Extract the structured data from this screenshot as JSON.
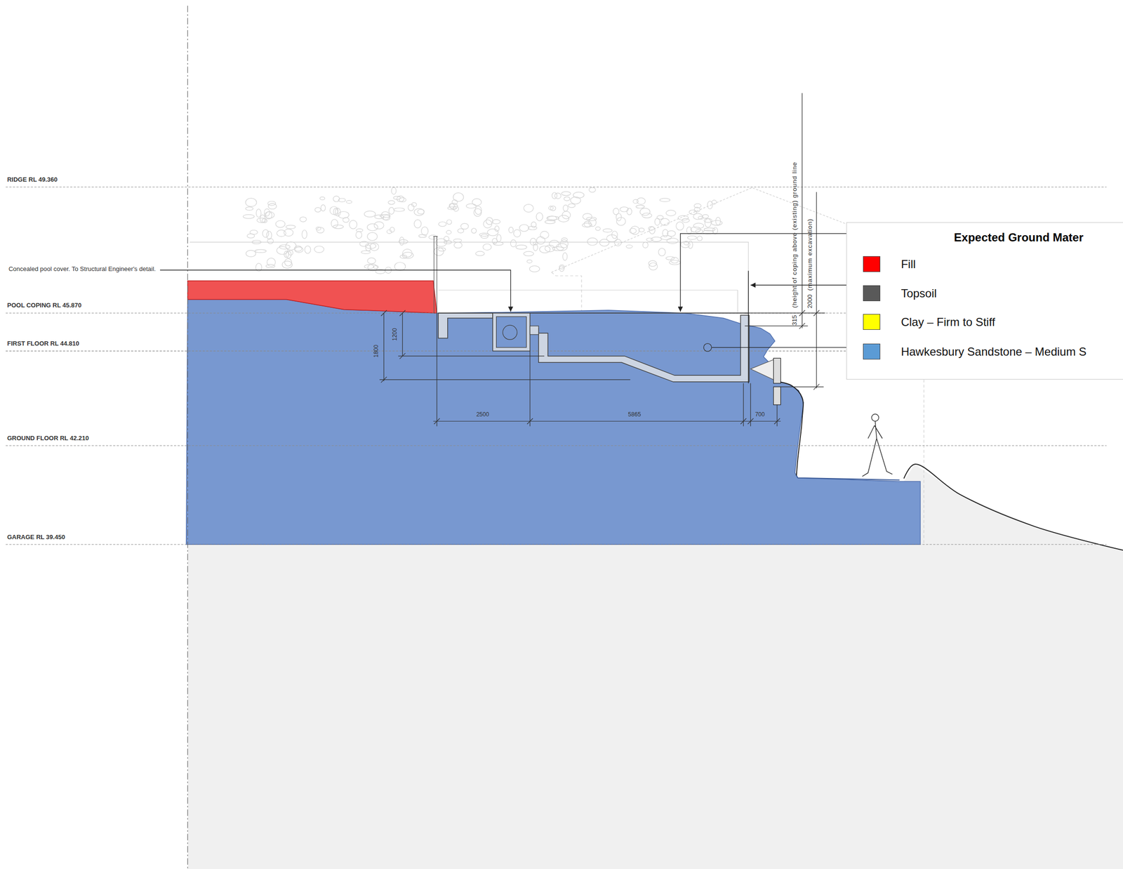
{
  "diagram": {
    "labels": [
      "RIDGE RL 49.360",
      "Concealed pool cover. To Structural Engineer's detail.",
      "POOL COPING RL 45.870",
      "FIRST FLOOR RL 44.810",
      "GROUND FLOOR RL 42.210",
      "GARAGE RL 39.450",
      "1800",
      "1200",
      "2500",
      "5865",
      "700",
      "315",
      "(height of coping above (existing) ground line",
      "2000",
      "(maximum excavation)",
      "Expected Ground Mater"
    ],
    "legend": [
      {
        "text": "Fill",
        "color": "#ff0000"
      },
      {
        "text": "Topsoil",
        "color": "#595959"
      },
      {
        "text": "Clay – Firm to Stiff",
        "color": "#ffff00"
      },
      {
        "text": "Hawkesbury Sandstone – Medium S",
        "color": "#5b9bd5"
      }
    ]
  }
}
